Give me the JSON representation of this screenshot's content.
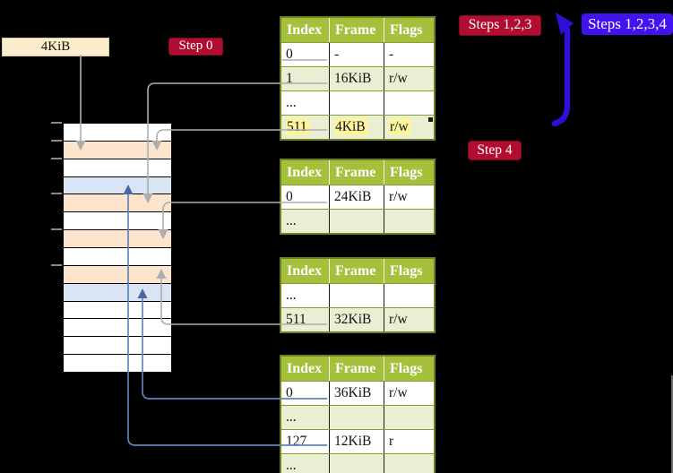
{
  "labels": {
    "frame_box": "4KiB",
    "step0": "Step 0",
    "steps123": "Steps 1,2,3",
    "steps1234": "Steps 1,2,3,4",
    "step4": "Step 4"
  },
  "tables": [
    {
      "columns": [
        "Index",
        "Frame",
        "Flags"
      ],
      "rows": [
        {
          "index": "0",
          "frame": "-",
          "flags": "-"
        },
        {
          "index": "1",
          "frame": "16KiB",
          "flags": "r/w"
        },
        {
          "index": "...",
          "frame": "",
          "flags": ""
        },
        {
          "index": "511",
          "frame": "4KiB",
          "flags": "r/w"
        }
      ],
      "highlighted_row": "511"
    },
    {
      "columns": [
        "Index",
        "Frame",
        "Flags"
      ],
      "rows": [
        {
          "index": "0",
          "frame": "24KiB",
          "flags": "r/w"
        },
        {
          "index": "...",
          "frame": "",
          "flags": ""
        }
      ]
    },
    {
      "columns": [
        "Index",
        "Frame",
        "Flags"
      ],
      "rows": [
        {
          "index": "...",
          "frame": "",
          "flags": ""
        },
        {
          "index": "511",
          "frame": "32KiB",
          "flags": "r/w"
        }
      ]
    },
    {
      "columns": [
        "Index",
        "Frame",
        "Flags"
      ],
      "rows": [
        {
          "index": "0",
          "frame": "36KiB",
          "flags": "r/w"
        },
        {
          "index": "...",
          "frame": "",
          "flags": ""
        },
        {
          "index": "127",
          "frame": "12KiB",
          "flags": "r"
        },
        {
          "index": "...",
          "frame": "",
          "flags": ""
        }
      ]
    }
  ],
  "memory_strip": {
    "rows": [
      {
        "fill": "white"
      },
      {
        "fill": "peach"
      },
      {
        "fill": "white"
      },
      {
        "fill": "blue"
      },
      {
        "fill": "peach"
      },
      {
        "fill": "white"
      },
      {
        "fill": "peach"
      },
      {
        "fill": "white"
      },
      {
        "fill": "peach"
      },
      {
        "fill": "blue"
      },
      {
        "fill": "white"
      },
      {
        "fill": "white"
      },
      {
        "fill": "white"
      },
      {
        "fill": "white"
      }
    ]
  },
  "colors": {
    "canvas-bg": "#000000",
    "header-green": "#a3c13b",
    "row-green": "#e9efd2",
    "olive-border": "#71801f",
    "row-separator": "#8b9a33",
    "cell-divider": "#1c1c1c",
    "highlight-yellow": "#fcf59e",
    "peach": "#fce4cd",
    "pastel-blue": "#d9e5f4",
    "badge-red": "#b00d30",
    "badge-blue": "#4113ee",
    "thick-arrow-blue": "#2c10d6",
    "grey-line": "#adadad",
    "blue-line": "#6384b8",
    "blue-arrowhead": "#4a689f",
    "box-beige": "#fceecd",
    "tick-grey": "#8a8a8a",
    "white": "#ffffff",
    "text-black": "#111111"
  }
}
